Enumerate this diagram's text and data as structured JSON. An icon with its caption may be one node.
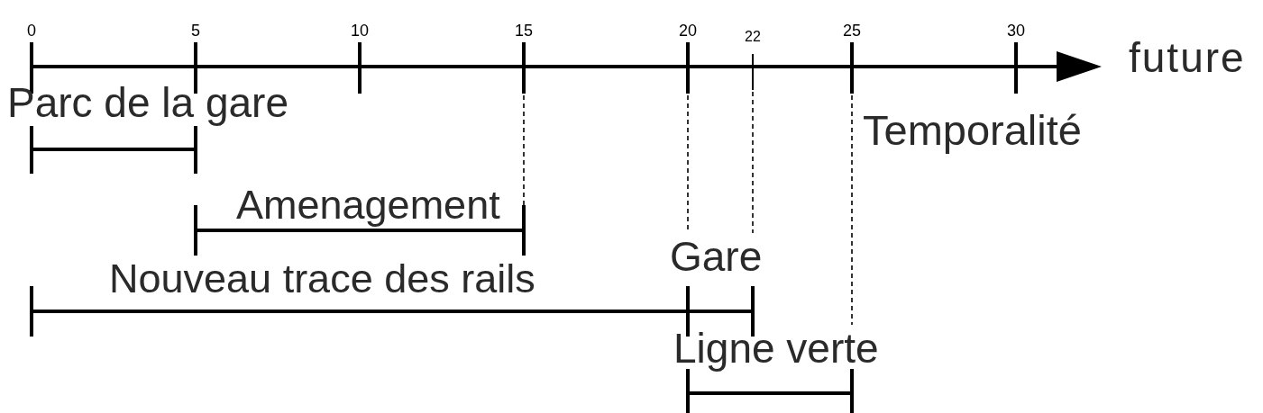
{
  "diagram": {
    "nodes": [
      {
        "text": [
          "Parc de la gare"
        ]
      },
      {
        "text": [
          "Amenagement"
        ]
      },
      {
        "text": [
          "Nouveau trace des rails"
        ]
      },
      {
        "text": [
          "Gare"
        ]
      },
      {
        "text": [
          "Ligne verte"
        ]
      }
    ],
    "labels": [
      "0",
      "5",
      "10",
      "15",
      "20",
      "22",
      "25",
      "30",
      "future",
      "Temporalité"
    ]
  }
}
